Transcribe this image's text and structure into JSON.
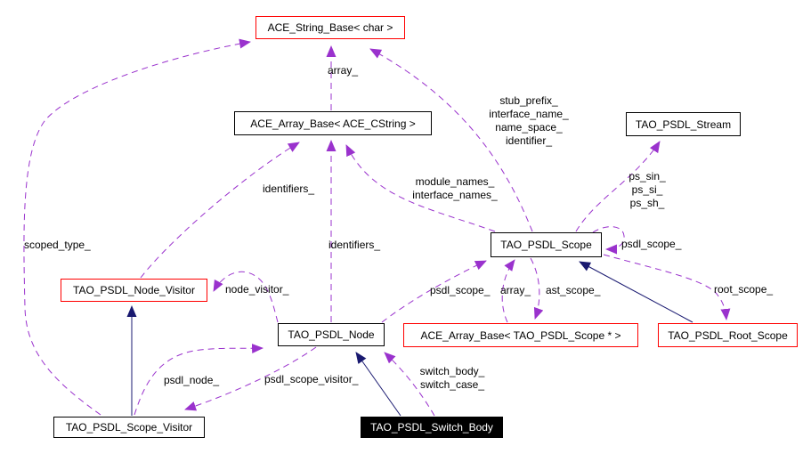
{
  "colors": {
    "association_edge": "#9a32cd",
    "inheritance_edge": "#191970",
    "highlight_border": "#ff0000",
    "node_border": "#000000",
    "current_node_bg": "#000000",
    "current_node_text": "#ffffff",
    "background": "#ffffff"
  },
  "nodes": [
    {
      "label": "ACE_String_Base< char >"
    },
    {
      "label": "ACE_Array_Base< ACE_CString >"
    },
    {
      "label": "TAO_PSDL_Stream"
    },
    {
      "label": "TAO_PSDL_Scope"
    },
    {
      "label": "TAO_PSDL_Node_Visitor"
    },
    {
      "label": "TAO_PSDL_Node"
    },
    {
      "label": "ACE_Array_Base< TAO_PSDL_Scope * >"
    },
    {
      "label": "TAO_PSDL_Root_Scope"
    },
    {
      "label": "TAO_PSDL_Scope_Visitor"
    },
    {
      "label": "TAO_PSDL_Switch_Body"
    }
  ],
  "edge_labels": [
    {
      "text": "array_"
    },
    {
      "lines": [
        "stub_prefix_",
        "interface_name_",
        "name_space_",
        "identifier_"
      ]
    },
    {
      "text": "identifiers_"
    },
    {
      "lines": [
        "module_names_",
        "interface_names_"
      ]
    },
    {
      "lines": [
        "ps_sin_",
        "ps_si_",
        "ps_sh_"
      ]
    },
    {
      "text": "scoped_type_"
    },
    {
      "text": "identifiers_"
    },
    {
      "text": "psdl_scope_"
    },
    {
      "text": "node_visitor_"
    },
    {
      "text": "psdl_scope_"
    },
    {
      "text": "array_"
    },
    {
      "text": "ast_scope_"
    },
    {
      "text": "root_scope_"
    },
    {
      "text": "psdl_node_"
    },
    {
      "text": "psdl_scope_visitor_"
    },
    {
      "lines": [
        "switch_body_",
        "switch_case_"
      ]
    }
  ],
  "edges": [
    {
      "from": "TAO_PSDL_Scope_Visitor",
      "to": "ACE_String_Base< char >",
      "labels": [
        "scoped_type_"
      ],
      "type": "association"
    },
    {
      "from": "ACE_Array_Base< ACE_CString >",
      "to": "ACE_String_Base< char >",
      "labels": [
        "array_"
      ],
      "type": "association"
    },
    {
      "from": "TAO_PSDL_Scope",
      "to": "ACE_String_Base< char >",
      "labels": [
        "stub_prefix_",
        "interface_name_",
        "name_space_",
        "identifier_"
      ],
      "type": "association"
    },
    {
      "from": "TAO_PSDL_Node_Visitor",
      "to": "ACE_Array_Base< ACE_CString >",
      "labels": [
        "identifiers_"
      ],
      "type": "association"
    },
    {
      "from": "TAO_PSDL_Node",
      "to": "ACE_Array_Base< ACE_CString >",
      "labels": [
        "identifiers_"
      ],
      "type": "association"
    },
    {
      "from": "TAO_PSDL_Scope",
      "to": "ACE_Array_Base< ACE_CString >",
      "labels": [
        "module_names_",
        "interface_names_"
      ],
      "type": "association"
    },
    {
      "from": "TAO_PSDL_Scope",
      "to": "TAO_PSDL_Stream",
      "labels": [
        "ps_sin_",
        "ps_si_",
        "ps_sh_"
      ],
      "type": "association"
    },
    {
      "from": "TAO_PSDL_Scope",
      "to": "TAO_PSDL_Scope",
      "labels": [
        "psdl_scope_"
      ],
      "type": "association"
    },
    {
      "from": "TAO_PSDL_Node",
      "to": "TAO_PSDL_Scope",
      "labels": [
        "psdl_scope_"
      ],
      "type": "association"
    },
    {
      "from": "ACE_Array_Base< TAO_PSDL_Scope * >",
      "to": "TAO_PSDL_Scope",
      "labels": [
        "array_"
      ],
      "type": "association"
    },
    {
      "from": "TAO_PSDL_Scope",
      "to": "ACE_Array_Base< TAO_PSDL_Scope * >",
      "labels": [
        "ast_scope_"
      ],
      "type": "association"
    },
    {
      "from": "TAO_PSDL_Scope",
      "to": "TAO_PSDL_Root_Scope",
      "labels": [
        "root_scope_"
      ],
      "type": "association"
    },
    {
      "from": "TAO_PSDL_Node",
      "to": "TAO_PSDL_Node_Visitor",
      "labels": [
        "node_visitor_"
      ],
      "type": "association"
    },
    {
      "from": "TAO_PSDL_Scope_Visitor",
      "to": "TAO_PSDL_Node",
      "labels": [
        "psdl_node_"
      ],
      "type": "association"
    },
    {
      "from": "TAO_PSDL_Node",
      "to": "TAO_PSDL_Scope_Visitor",
      "labels": [
        "psdl_scope_visitor_"
      ],
      "type": "association"
    },
    {
      "from": "TAO_PSDL_Switch_Body",
      "to": "TAO_PSDL_Node",
      "labels": [
        "switch_body_",
        "switch_case_"
      ],
      "type": "association"
    },
    {
      "from": "TAO_PSDL_Scope_Visitor",
      "to": "TAO_PSDL_Node_Visitor",
      "labels": [],
      "type": "inheritance"
    },
    {
      "from": "TAO_PSDL_Root_Scope",
      "to": "TAO_PSDL_Scope",
      "labels": [],
      "type": "inheritance"
    },
    {
      "from": "TAO_PSDL_Switch_Body",
      "to": "TAO_PSDL_Node",
      "labels": [],
      "type": "inheritance"
    }
  ]
}
